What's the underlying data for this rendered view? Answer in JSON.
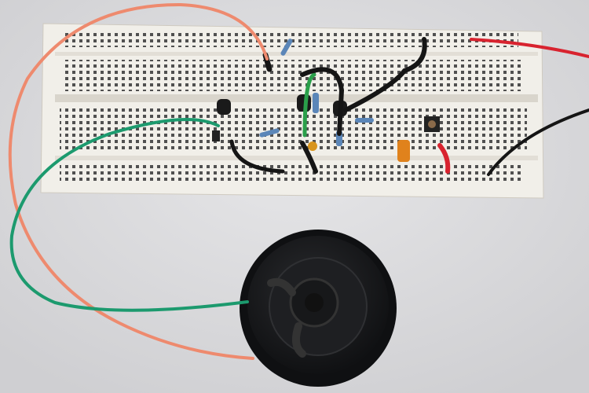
{
  "scene": {
    "subject": "breadboard-circuit-with-speaker",
    "colors": {
      "background": "#dcdcde",
      "breadboard": "#f1efe9",
      "holes": "#4a4a4a",
      "orange_wire": "#ee8a6e",
      "green_wire": "#1c9a6e",
      "red_wire": "#d8232f",
      "black_wire": "#151515",
      "speaker": "#1b1c1e",
      "capacitor": "#e0821c",
      "resistor": "#5b86b8"
    },
    "icons": [
      "breadboard",
      "speaker",
      "transistor",
      "resistor",
      "capacitor",
      "push-button"
    ]
  }
}
